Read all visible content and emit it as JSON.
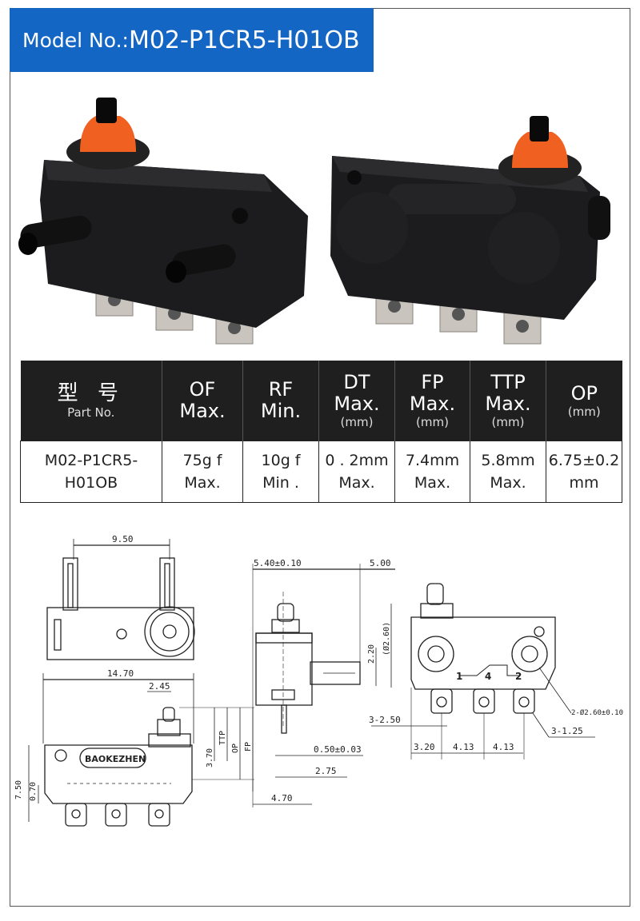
{
  "header": {
    "label": "Model No.:",
    "model": "M02-P1CR5-H01OB"
  },
  "table": {
    "headers": [
      {
        "main": "型 号",
        "sub": "Part No."
      },
      {
        "main": "OF",
        "main2": "Max.",
        "sub": ""
      },
      {
        "main": "RF",
        "main2": "Min.",
        "sub": ""
      },
      {
        "main": "DT",
        "main2": "Max.",
        "sub": "(mm)"
      },
      {
        "main": "FP",
        "main2": "Max.",
        "sub": "(mm)"
      },
      {
        "main": "TTP",
        "main2": "Max.",
        "sub": "(mm)"
      },
      {
        "main": "OP",
        "main2": "",
        "sub": "(mm)"
      }
    ],
    "row": [
      [
        "M02-P1CR5-",
        "H01OB"
      ],
      [
        "75g f",
        "Max."
      ],
      [
        "10g f",
        "Min ."
      ],
      [
        "0 . 2mm",
        "Max."
      ],
      [
        "7.4mm",
        "Max."
      ],
      [
        "5.8mm",
        "Max."
      ],
      [
        "6.75±0.2",
        "mm"
      ]
    ]
  },
  "drawing": {
    "top_width": "9.50",
    "length": "14.70",
    "d245": "2.45",
    "d370": "3.70",
    "ttp": "TTP",
    "op": "OP",
    "fp": "FP",
    "d750": "7.50",
    "d070": "0.70",
    "brand": "BAOKEZHEN",
    "d540": "5.40±0.10",
    "d500": "5.00",
    "d220": "2.20",
    "d260": "(Ø2.60)",
    "d050": "0.50±0.03",
    "d275": "2.75",
    "d470": "4.70",
    "term1": "1",
    "term4": "4",
    "term2": "2",
    "d3250": "3-2.50",
    "d320": "3.20",
    "d413a": "4.13",
    "d413b": "4.13",
    "d2hole": "2-Ø2.60±0.10",
    "d3125": "3-1.25"
  }
}
